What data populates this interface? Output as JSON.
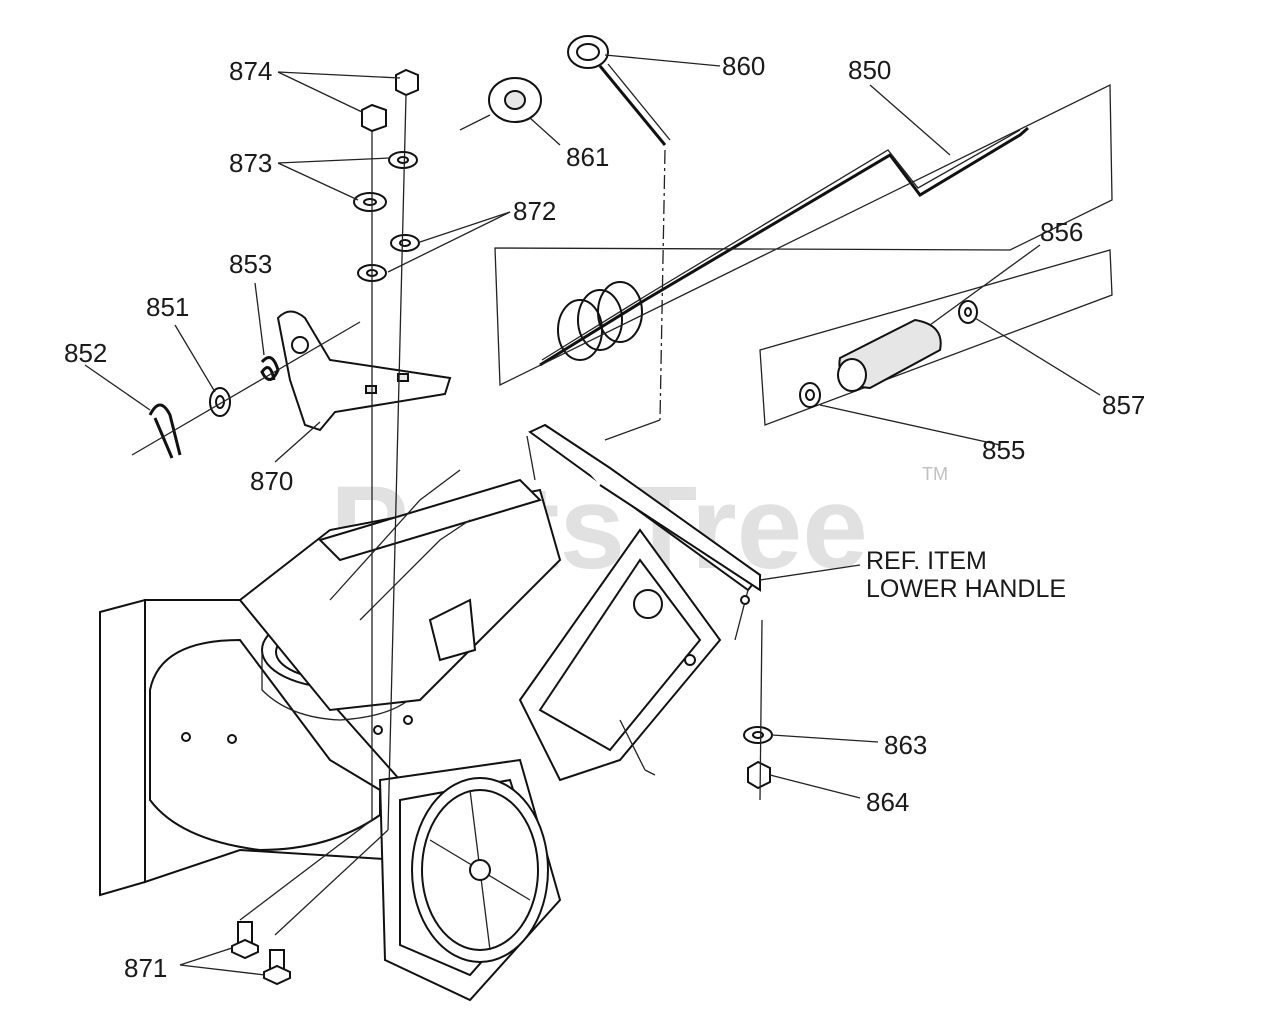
{
  "watermark": {
    "text": "PartsTree",
    "trademark": "TM"
  },
  "reference_note": {
    "line1": "REF. ITEM",
    "line2": "LOWER HANDLE"
  },
  "callouts": [
    {
      "id": "850",
      "text": "850"
    },
    {
      "id": "851",
      "text": "851"
    },
    {
      "id": "852",
      "text": "852"
    },
    {
      "id": "853",
      "text": "853"
    },
    {
      "id": "855",
      "text": "855"
    },
    {
      "id": "856",
      "text": "856"
    },
    {
      "id": "857",
      "text": "857"
    },
    {
      "id": "860",
      "text": "860"
    },
    {
      "id": "861",
      "text": "861"
    },
    {
      "id": "863",
      "text": "863"
    },
    {
      "id": "864",
      "text": "864"
    },
    {
      "id": "870",
      "text": "870"
    },
    {
      "id": "871",
      "text": "871"
    },
    {
      "id": "872",
      "text": "872"
    },
    {
      "id": "873",
      "text": "873"
    },
    {
      "id": "874",
      "text": "874"
    }
  ]
}
